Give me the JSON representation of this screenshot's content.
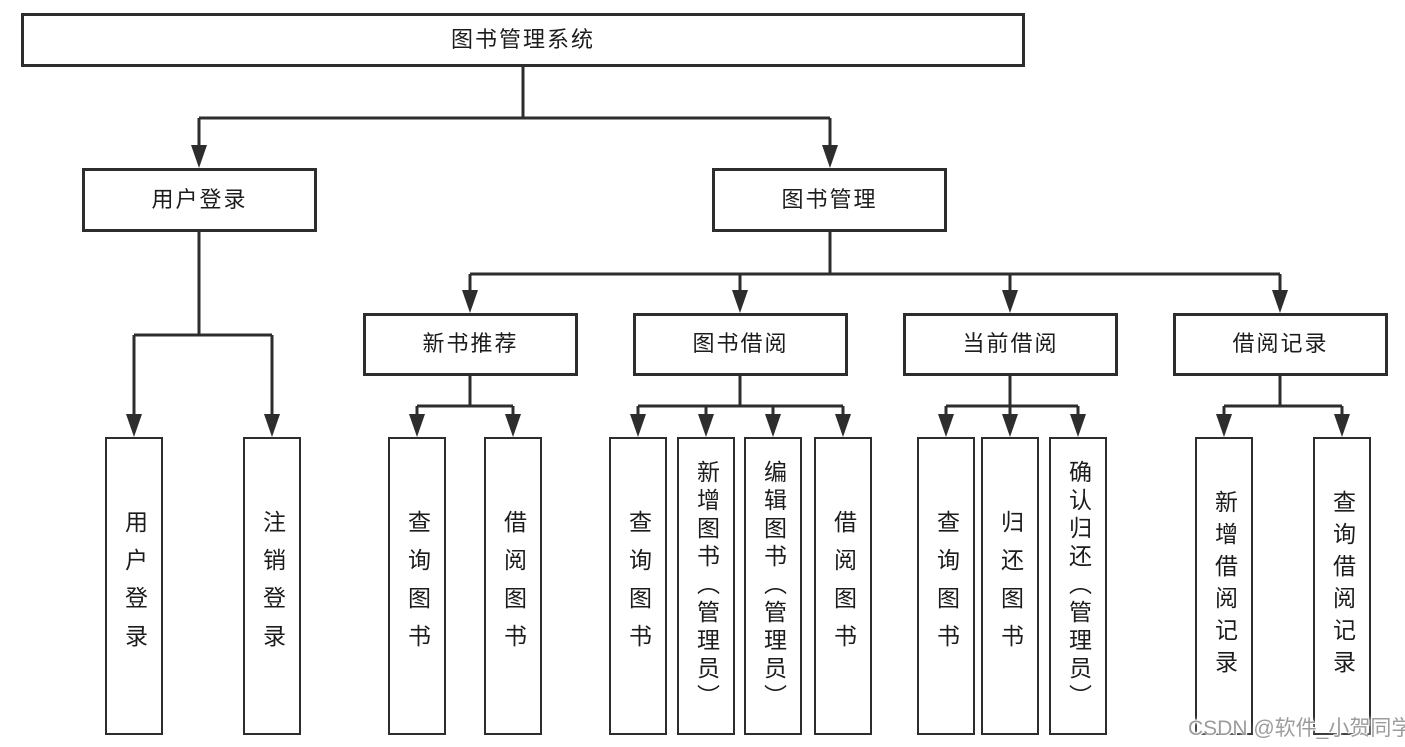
{
  "diagram": {
    "title": "图书管理系统",
    "level2": {
      "user_login": "用户登录",
      "book_mgmt": "图书管理"
    },
    "level3": {
      "new_books": "新书推荐",
      "book_borrow": "图书借阅",
      "current_borrow": "当前借阅",
      "borrow_records": "借阅记录"
    },
    "leaves": {
      "user_login": [
        "用户登录",
        "注销登录"
      ],
      "new_books": [
        "查询图书",
        "借阅图书"
      ],
      "book_borrow": [
        "查询图书",
        "新增图书（管理员）",
        "编辑图书（管理员）",
        "借阅图书"
      ],
      "current_borrow": [
        "查询图书",
        "归还图书",
        "确认归还（管理员）"
      ],
      "borrow_records": [
        "新增借阅记录",
        "查询借阅记录"
      ]
    }
  },
  "watermark": "CSDN @软件_小贺同学",
  "colors": {
    "line": "#2d2d2d",
    "text": "#1c1c1c",
    "background": "#ffffff",
    "watermark_text": "#9c9c9c"
  }
}
